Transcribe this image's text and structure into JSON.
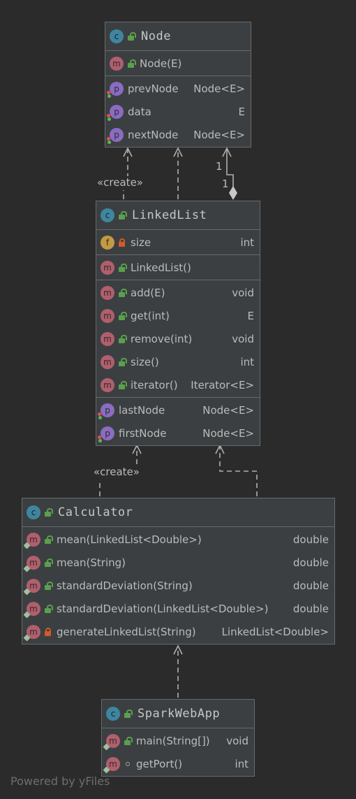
{
  "classes": {
    "node": {
      "name": "Node",
      "methods": [
        {
          "name": "Node(E)",
          "type": ""
        }
      ],
      "properties": [
        {
          "name": "prevNode",
          "type": "Node<E>"
        },
        {
          "name": "data",
          "type": "E"
        },
        {
          "name": "nextNode",
          "type": "Node<E>"
        }
      ]
    },
    "linkedlist": {
      "name": "LinkedList",
      "fields": [
        {
          "name": "size",
          "type": "int"
        }
      ],
      "constructors": [
        {
          "name": "LinkedList()",
          "type": ""
        }
      ],
      "methods": [
        {
          "name": "add(E)",
          "type": "void"
        },
        {
          "name": "get(int)",
          "type": "E"
        },
        {
          "name": "remove(int)",
          "type": "void"
        },
        {
          "name": "size()",
          "type": "int"
        },
        {
          "name": "iterator()",
          "type": "Iterator<E>"
        }
      ],
      "properties": [
        {
          "name": "lastNode",
          "type": "Node<E>"
        },
        {
          "name": "firstNode",
          "type": "Node<E>"
        }
      ]
    },
    "calculator": {
      "name": "Calculator",
      "methods": [
        {
          "name": "mean(LinkedList<Double>)",
          "type": "double"
        },
        {
          "name": "mean(String)",
          "type": "double"
        },
        {
          "name": "standardDeviation(String)",
          "type": "double"
        },
        {
          "name": "standardDeviation(LinkedList<Double>)",
          "type": "double"
        },
        {
          "name": "generateLinkedList(String)",
          "type": "LinkedList<Double>"
        }
      ]
    },
    "sparkwebapp": {
      "name": "SparkWebApp",
      "methods": [
        {
          "name": "main(String[])",
          "type": "void"
        },
        {
          "name": "getPort()",
          "type": "int"
        }
      ]
    }
  },
  "edge_labels": {
    "create_1": "«create»",
    "create_2": "«create»",
    "mult_1": "1",
    "mult_2": "1"
  },
  "icons": {
    "class": "c",
    "method": "m",
    "property": "p",
    "field": "f"
  },
  "watermark": "Powered by yFiles"
}
